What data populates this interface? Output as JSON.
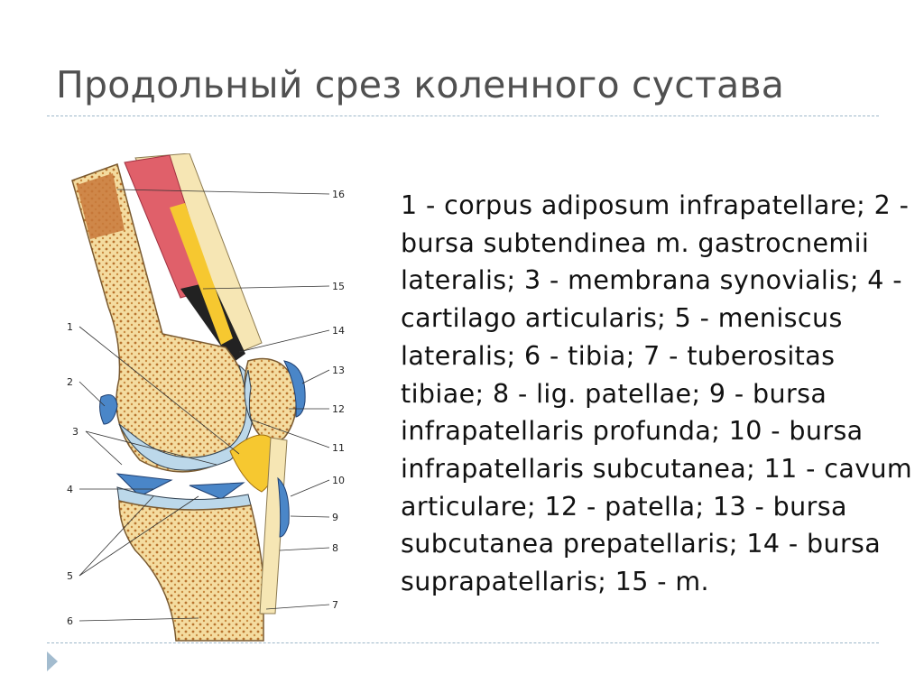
{
  "title": "Продольный срез коленного сустава",
  "caption": "1 - corpus adiposum infrapatellare; 2 - bursa subtendinea m. gastrocnemii lateralis; 3 - membrana synovialis; 4 - cartilago articularis; 5 - meniscus lateralis; 6 - tibia; 7 - tuberositas tibiae; 8 - lig. patellae; 9 - bursa infrapatellaris profunda; 10 - bursa infrapatellaris subcutanea; 11 - cavum articulare; 12 - patella; 13 - bursa subcutanea prepatellaris; 14 - bursa suprapatellaris; 15 - m.",
  "diagram": {
    "labels": {
      "l1": "1",
      "l2": "2",
      "l3": "3",
      "l4": "4",
      "l5": "5",
      "l6": "6",
      "l7": "7",
      "l8": "8",
      "l9": "9",
      "l10": "10",
      "l11": "11",
      "l12": "12",
      "l13": "13",
      "l14": "14",
      "l15": "15",
      "l16": "16"
    }
  },
  "colors": {
    "bone": "#f4dca0",
    "cartilage": "#bcd8ea",
    "bursa": "#4a86c8",
    "fat": "#f6c830",
    "muscle": "#e0606a",
    "title": "#505050",
    "rule": "#9db7c9"
  }
}
